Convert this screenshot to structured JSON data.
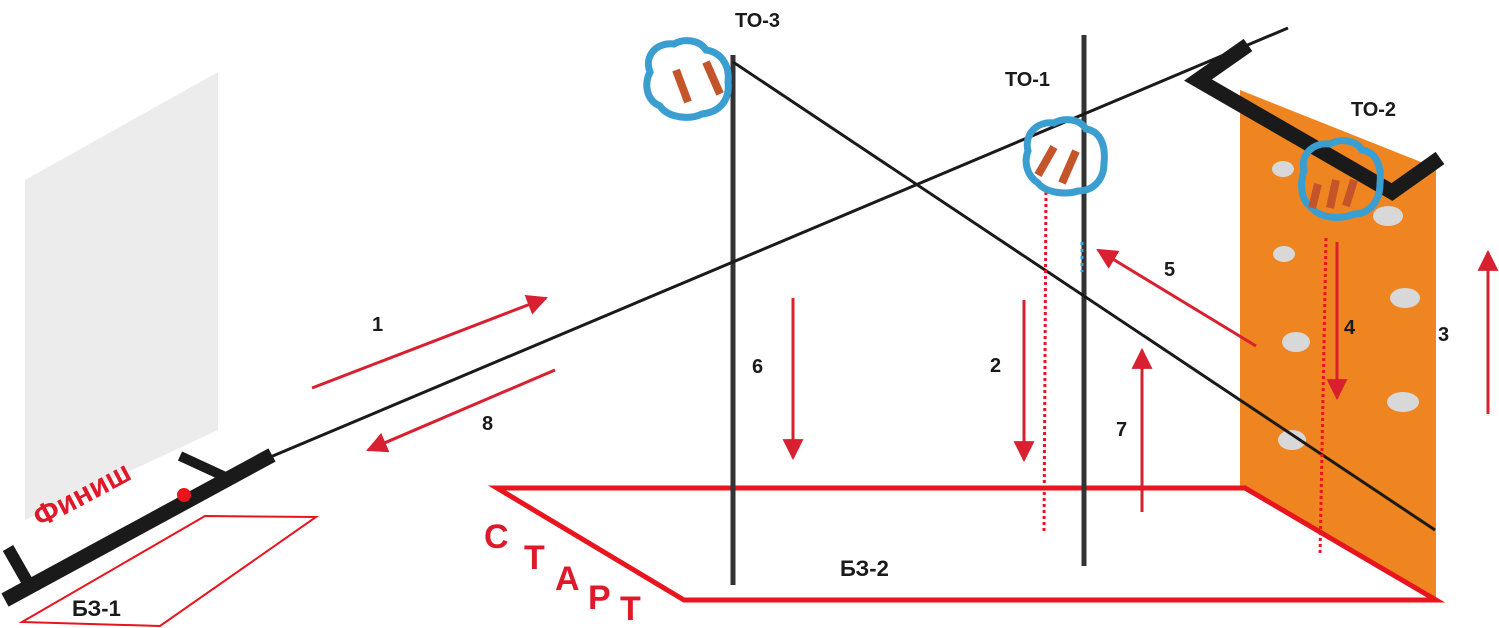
{
  "labels": {
    "to3": "ТО-3",
    "to1": "ТО-1",
    "to2": "ТО-2",
    "finish": "Финиш",
    "start_letters": [
      "С",
      "Т",
      "А",
      "Р",
      "Т"
    ],
    "bz1": "БЗ-1",
    "bz2": "БЗ-2"
  },
  "steps": {
    "s1": "1",
    "s2": "2",
    "s3": "3",
    "s4": "4",
    "s5": "5",
    "s6": "6",
    "s7": "7",
    "s8": "8"
  },
  "colors": {
    "rope": "#1a1a1a",
    "arrow": "#d92030",
    "zone": "#e8141e",
    "wall": "#ef8520",
    "hold": "#d8d8d8",
    "carabiner": "#3b9ed0",
    "sling": "#c4552a",
    "shade": "#ececec"
  },
  "icons": [
    "carabiner-icon",
    "arrow-icon"
  ]
}
